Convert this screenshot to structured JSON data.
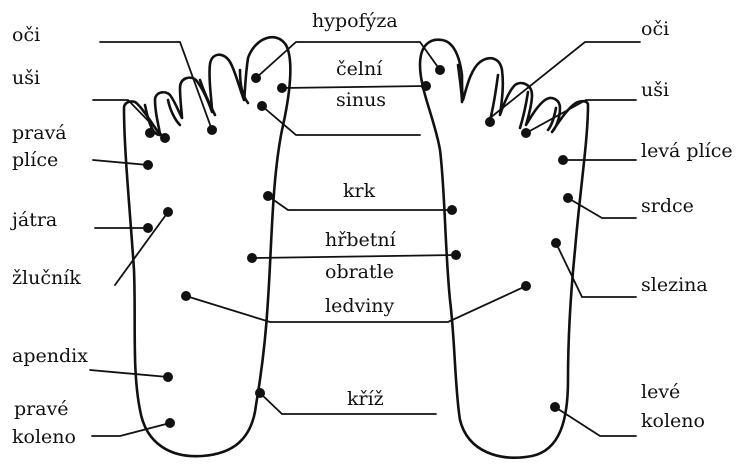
{
  "diagram": {
    "colors": {
      "ink": "#111111",
      "background": "#ffffff"
    },
    "left_side": {
      "eyes": "oči",
      "ears": "uši",
      "right_lung_line1": "pravá",
      "right_lung_line2": "plíce",
      "liver": "játra",
      "gallbladder": "žlučník",
      "appendix": "apendix",
      "right_knee_line1": "pravé",
      "right_knee_line2": "koleno"
    },
    "center": {
      "pituitary": "hypofýza",
      "frontal_sinus_line1": "čelní",
      "frontal_sinus_line2": "sinus",
      "neck": "krk",
      "spine_line1": "hřbetní",
      "spine_line2": "obratle",
      "kidneys": "ledviny",
      "sacrum": "kříž"
    },
    "right_side": {
      "eyes": "oči",
      "ears": "uši",
      "left_lung": "levá plíce",
      "heart": "srdce",
      "spleen": "slezina",
      "left_knee_line1": "levé",
      "left_knee_line2": "koleno"
    }
  }
}
